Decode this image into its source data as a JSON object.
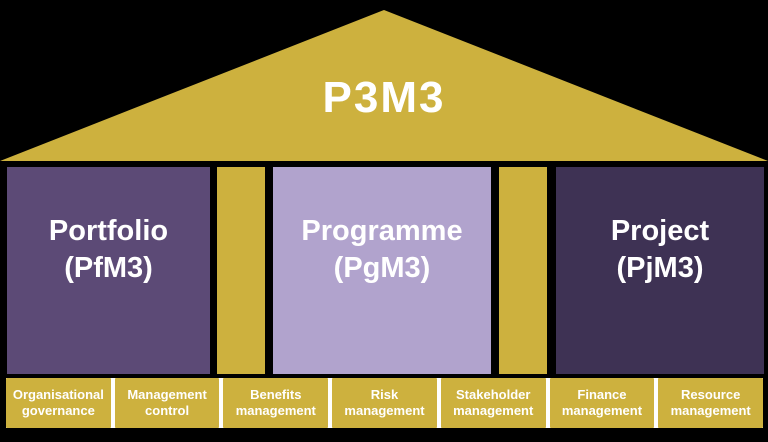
{
  "diagram": {
    "title": "P3M3",
    "pillars": [
      {
        "name": "Portfolio",
        "abbr": "(PfM3)"
      },
      {
        "name": "Programme",
        "abbr": "(PgM3)"
      },
      {
        "name": "Project",
        "abbr": "(PjM3)"
      }
    ],
    "foundation": [
      {
        "line1": "Organisational",
        "line2": "governance"
      },
      {
        "line1": "Management",
        "line2": "control"
      },
      {
        "line1": "Benefits",
        "line2": "management"
      },
      {
        "line1": "Risk",
        "line2": "management"
      },
      {
        "line1": "Stakeholder",
        "line2": "management"
      },
      {
        "line1": "Finance",
        "line2": "management"
      },
      {
        "line1": "Resource",
        "line2": "management"
      }
    ]
  },
  "colors": {
    "gold": "#cdb13e",
    "portfolio": "#5c4a76",
    "programme": "#b1a3cd",
    "project": "#3e3254",
    "text": "#ffffff",
    "divider": "#ffffff",
    "background": "#000000"
  }
}
